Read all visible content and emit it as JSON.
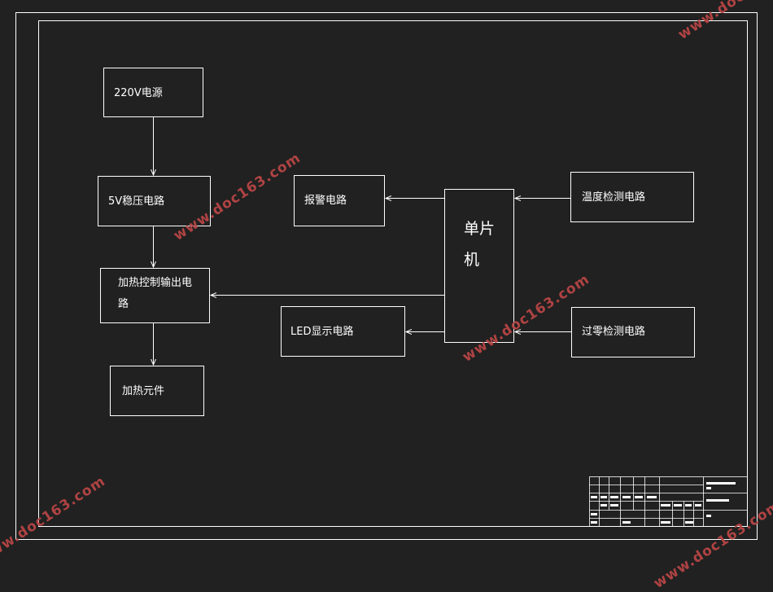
{
  "blocks": {
    "power": "220V电源",
    "regulator": "5V稳压电路",
    "heater_ctrl_1": "加热控制输出电",
    "heater_ctrl_2": "路",
    "heater": "加热元件",
    "alarm": "报警电路",
    "mcu_1": "单片",
    "mcu_2": "机",
    "led": "LED显示电路",
    "temp": "温度检测电路",
    "zero": "过零检测电路"
  },
  "watermark": "www.doc163.com",
  "colors": {
    "background": "#212121",
    "line": "#ffffff",
    "watermark": "#b84545"
  }
}
